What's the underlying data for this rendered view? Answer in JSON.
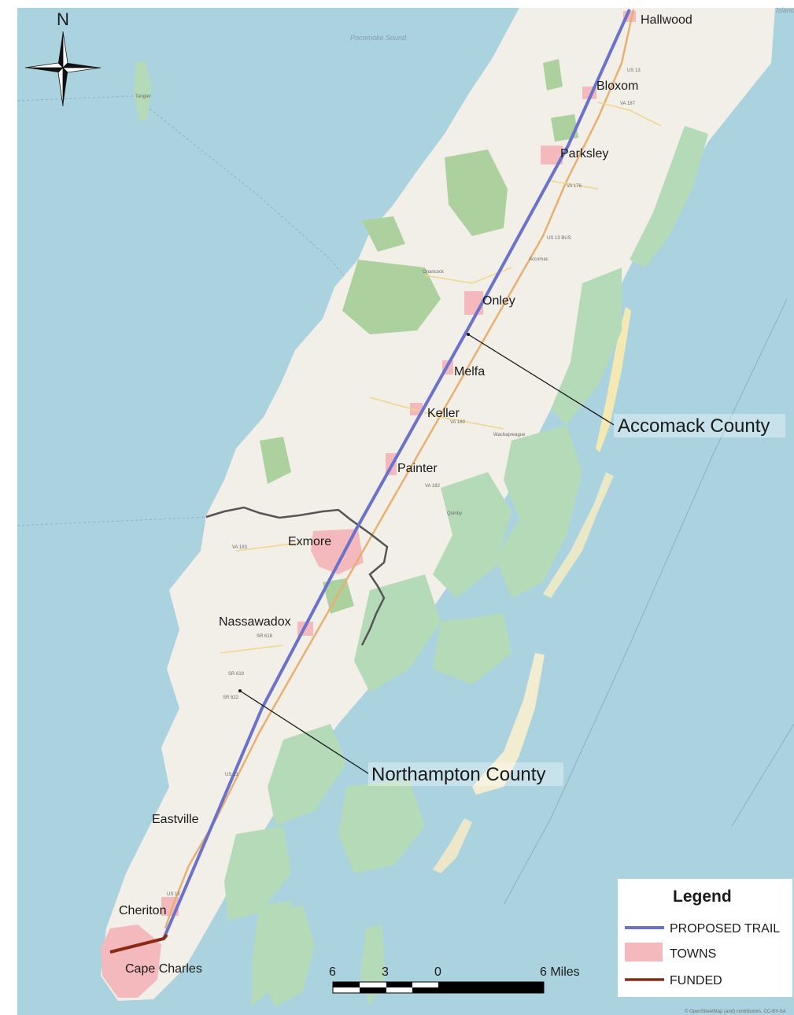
{
  "compass": {
    "label": "N"
  },
  "water_labels": {
    "sound": "Pocomoke Sound",
    "island_top": "Island"
  },
  "towns": [
    {
      "name": "Hallwood"
    },
    {
      "name": "Bloxom"
    },
    {
      "name": "Parksley"
    },
    {
      "name": "Onley"
    },
    {
      "name": "Melfa"
    },
    {
      "name": "Keller"
    },
    {
      "name": "Painter"
    },
    {
      "name": "Exmore"
    },
    {
      "name": "Nassawadox"
    },
    {
      "name": "Eastville"
    },
    {
      "name": "Cheriton"
    },
    {
      "name": "Cape Charles"
    }
  ],
  "counties": {
    "accomack": "Accomack County",
    "northampton": "Northampton County"
  },
  "road_labels": [
    "US 13",
    "VA 187",
    "VA 176",
    "US 13 BUS",
    "VA 180",
    "VA 182",
    "VA 183",
    "SR 618",
    "SR 619",
    "SR 622",
    "US 13",
    "US 13"
  ],
  "minor_places": {
    "onancock": "Onancock",
    "accomac": "Accomac",
    "wachapreague": "Wachapreague",
    "quinby": "Quinby",
    "tangier": "Tangier"
  },
  "legend": {
    "title": "Legend",
    "items": [
      {
        "label": "PROPOSED TRAIL",
        "color": "#6b72cc",
        "kind": "line"
      },
      {
        "label": "TOWNS",
        "color": "#f4b9bd",
        "kind": "box"
      },
      {
        "label": "FUNDED",
        "color": "#8b2a12",
        "kind": "line"
      }
    ]
  },
  "scale_bar": {
    "labels": [
      "6",
      "3",
      "0",
      "6 Miles"
    ]
  },
  "attribution": "© OpenStreetMap (and) contributors, CC-BY-SA",
  "colors": {
    "water": "#aad3df",
    "land": "#f2efe9",
    "marsh": "#b5dab8",
    "forest": "#add19e",
    "trail": "#6b72cc",
    "town": "#f4b9bd",
    "funded": "#8b2a12",
    "county_line": "#555555",
    "highway": "#e8b070"
  }
}
